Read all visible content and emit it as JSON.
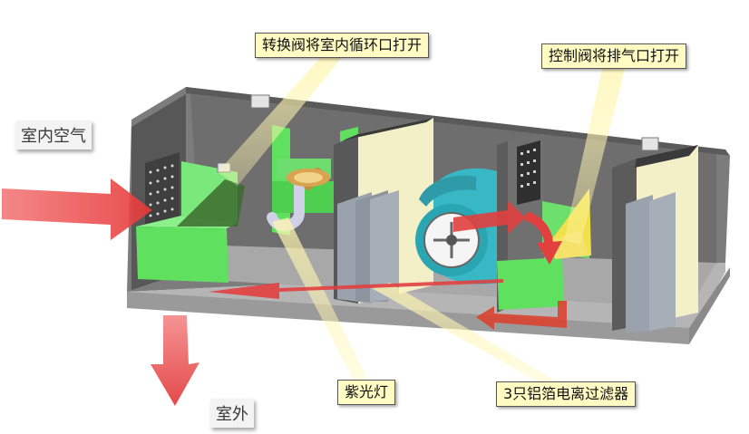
{
  "labels": {
    "indoor_air": "室内空气",
    "outdoor": "室外",
    "switch_valve": "转换阀将室内循环口打开",
    "control_valve": "控制阀将排气口打开",
    "uv_lamp": "紫光灯",
    "filters": "3只铝箔电离过滤器"
  },
  "colors": {
    "housing": "#8e8e8e",
    "housing_dark": "#4a4a4a",
    "damper_green": "#5fe05f",
    "filter_face": "#f3f0c8",
    "fan_blue": "#37b8c4",
    "arrow_red": "#f25a5a",
    "callout_bg": "#fffbc2"
  }
}
